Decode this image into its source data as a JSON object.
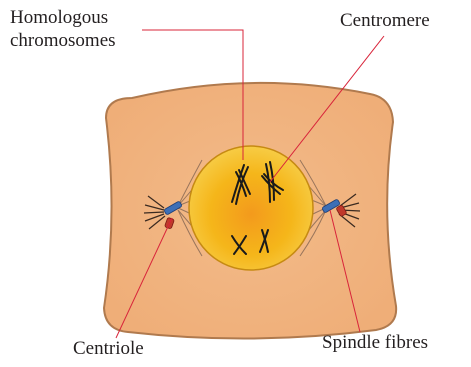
{
  "labels": {
    "homologous_line1": "Homologous",
    "homologous_line2": "chromosomes",
    "centromere": "Centromere",
    "centriole": "Centriole",
    "spindle_fibres": "Spindle fibres"
  },
  "colors": {
    "cell_fill": "#f2b582",
    "cell_outline": "#b07a4e",
    "nucleus_fill": "#f5b61a",
    "nucleus_outline": "#c68a12",
    "chromosome": "#1a1a1a",
    "leader_line": "#d8243a",
    "centriole_blue": "#3d6fb6",
    "centriole_red": "#c0392b"
  }
}
